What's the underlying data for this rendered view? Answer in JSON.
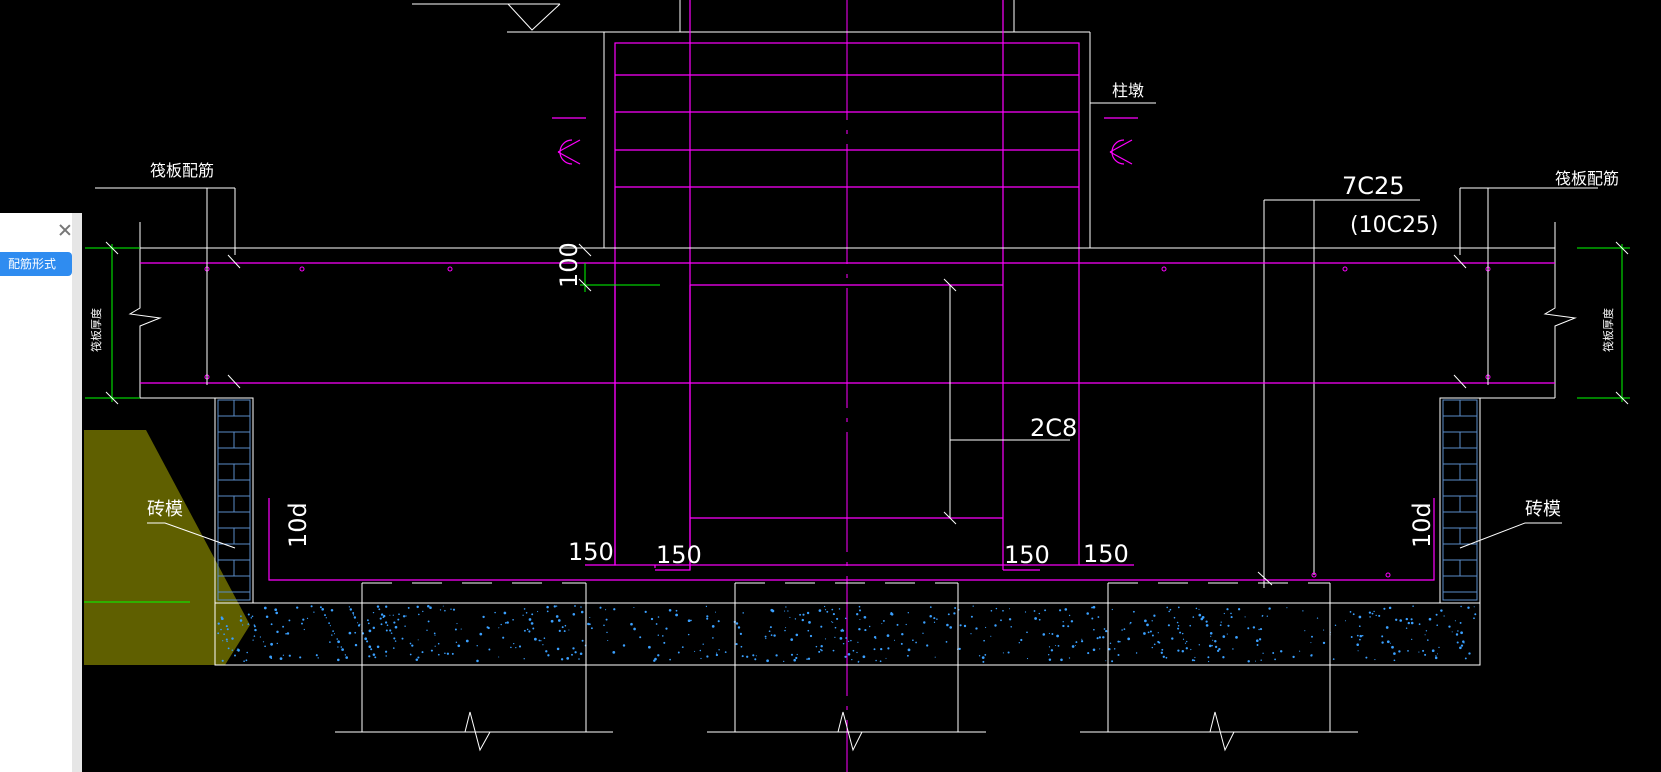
{
  "side_panel": {
    "tab_label": "配筋形式"
  },
  "drawing": {
    "labels": {
      "raft_reinforcement_left": "筏板配筋",
      "raft_reinforcement_right": "筏板配筋",
      "column_wall": "柱墩",
      "raft_thickness_left": "筏板厚度",
      "raft_thickness_right": "筏板厚度",
      "brick_form_left": "砖模",
      "brick_form_right": "砖模"
    },
    "rebar": {
      "top_main": "7C25",
      "top_main_alt": "(10C25)",
      "stirrup": "2C8"
    },
    "dimensions": {
      "d100": "100",
      "d150_a": "150",
      "d150_b": "150",
      "d150_c": "150",
      "d150_d": "150",
      "anchor_left": "10d",
      "anchor_right": "10d"
    }
  },
  "colors": {
    "background": "#000000",
    "line_white": "#ffffff",
    "rebar_magenta": "#ff00ff",
    "dimension_green": "#00ff00",
    "concrete_dots": "#3aa0ff",
    "brick_blue": "#5a8cc8",
    "highlight_olive": "#5f5f00",
    "panel_tab": "#2f8cf0"
  }
}
